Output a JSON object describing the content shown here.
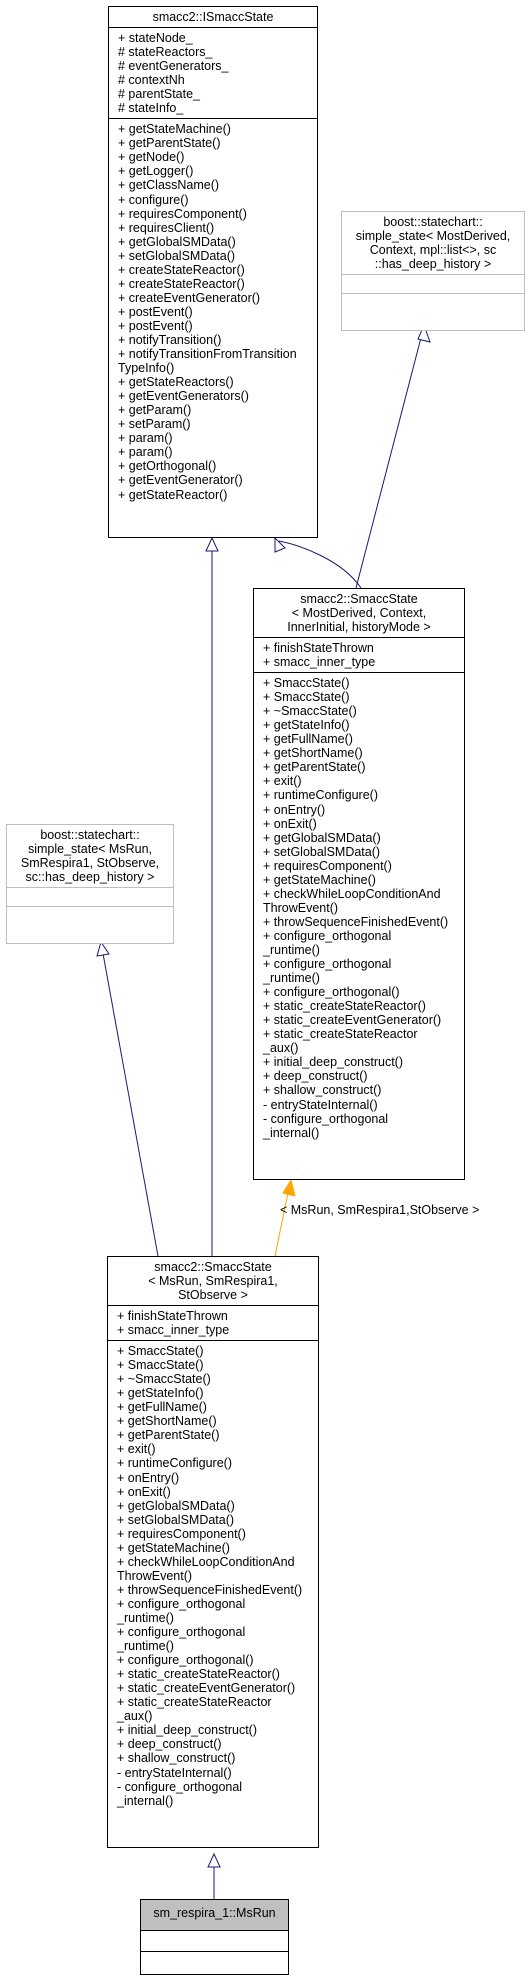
{
  "colors": {
    "inheritance": "#191970",
    "template": "#ffa500",
    "external_border": "#bfbfbf",
    "current_class_fill": "#bfbfbf"
  },
  "nodes": {
    "ismacc_state": {
      "title": [
        "smacc2::ISmaccState"
      ],
      "attributes": [
        "+ stateNode_",
        "# stateReactors_",
        "# eventGenerators_",
        "# contextNh",
        "# parentState_",
        "# stateInfo_"
      ],
      "methods": [
        "+ getStateMachine()",
        "+ getParentState()",
        "+ getNode()",
        "+ getLogger()",
        "+ getClassName()",
        "+ configure()",
        "+ requiresComponent()",
        "+ requiresClient()",
        "+ getGlobalSMData()",
        "+ setGlobalSMData()",
        "+ createStateReactor()",
        "+ createStateReactor()",
        "+ createEventGenerator()",
        "+ postEvent()",
        "+ postEvent()",
        "+ notifyTransition()",
        "+ notifyTransitionFromTransition",
        "TypeInfo()",
        "+ getStateReactors()",
        "+ getEventGenerators()",
        "+ getParam()",
        "+ setParam()",
        "+ param()",
        "+ param()",
        "+ getOrthogonal()",
        "+ getEventGenerator()",
        "+ getStateReactor()"
      ]
    },
    "boost_simple_state_generic": {
      "title": [
        "boost::statechart::",
        "simple_state< MostDerived,",
        "Context, mpl::list<>, sc",
        "::has_deep_history >"
      ],
      "attributes": [],
      "methods": []
    },
    "smacc_state_template": {
      "title": [
        "smacc2::SmaccState",
        "< MostDerived, Context,",
        "InnerInitial, historyMode >"
      ],
      "attributes": [
        "+ finishStateThrown",
        "+ smacc_inner_type"
      ],
      "methods": [
        "+ SmaccState()",
        "+ SmaccState()",
        "+ ~SmaccState()",
        "+ getStateInfo()",
        "+ getFullName()",
        "+ getShortName()",
        "+ getParentState()",
        "+ exit()",
        "+ runtimeConfigure()",
        "+ onEntry()",
        "+ onExit()",
        "+ getGlobalSMData()",
        "+ setGlobalSMData()",
        "+ requiresComponent()",
        "+ getStateMachine()",
        "+ checkWhileLoopConditionAnd",
        "ThrowEvent()",
        "+ throwSequenceFinishedEvent()",
        "+ configure_orthogonal",
        "_runtime()",
        "+ configure_orthogonal",
        "_runtime()",
        "+ configure_orthogonal()",
        "+ static_createStateReactor()",
        "+ static_createEventGenerator()",
        "+ static_createStateReactor",
        "_aux()",
        "+ initial_deep_construct()",
        "+ deep_construct()",
        "+ shallow_construct()",
        "- entryStateInternal()",
        "- configure_orthogonal",
        "_internal()"
      ]
    },
    "boost_simple_state_msrun": {
      "title": [
        "boost::statechart::",
        "simple_state< MsRun,",
        "SmRespira1, StObserve,",
        "sc::has_deep_history >"
      ],
      "attributes": [],
      "methods": []
    },
    "smacc_state_msrun": {
      "title": [
        "smacc2::SmaccState",
        "< MsRun, SmRespira1,",
        "StObserve >"
      ],
      "attributes": [
        "+ finishStateThrown",
        "+ smacc_inner_type"
      ],
      "methods": [
        "+ SmaccState()",
        "+ SmaccState()",
        "+ ~SmaccState()",
        "+ getStateInfo()",
        "+ getFullName()",
        "+ getShortName()",
        "+ getParentState()",
        "+ exit()",
        "+ runtimeConfigure()",
        "+ onEntry()",
        "+ onExit()",
        "+ getGlobalSMData()",
        "+ setGlobalSMData()",
        "+ requiresComponent()",
        "+ getStateMachine()",
        "+ checkWhileLoopConditionAnd",
        "ThrowEvent()",
        "+ throwSequenceFinishedEvent()",
        "+ configure_orthogonal",
        "_runtime()",
        "+ configure_orthogonal",
        "_runtime()",
        "+ configure_orthogonal()",
        "+ static_createStateReactor()",
        "+ static_createEventGenerator()",
        "+ static_createStateReactor",
        "_aux()",
        "+ initial_deep_construct()",
        "+ deep_construct()",
        "+ shallow_construct()",
        "- entryStateInternal()",
        "- configure_orthogonal",
        "_internal()"
      ]
    },
    "ms_run": {
      "title": [
        "sm_respira_1::MsRun"
      ],
      "attributes": [],
      "methods": []
    }
  },
  "edge_labels": {
    "template_binding": [
      "< MsRun, SmRespira1,",
      "StObserve >"
    ]
  }
}
